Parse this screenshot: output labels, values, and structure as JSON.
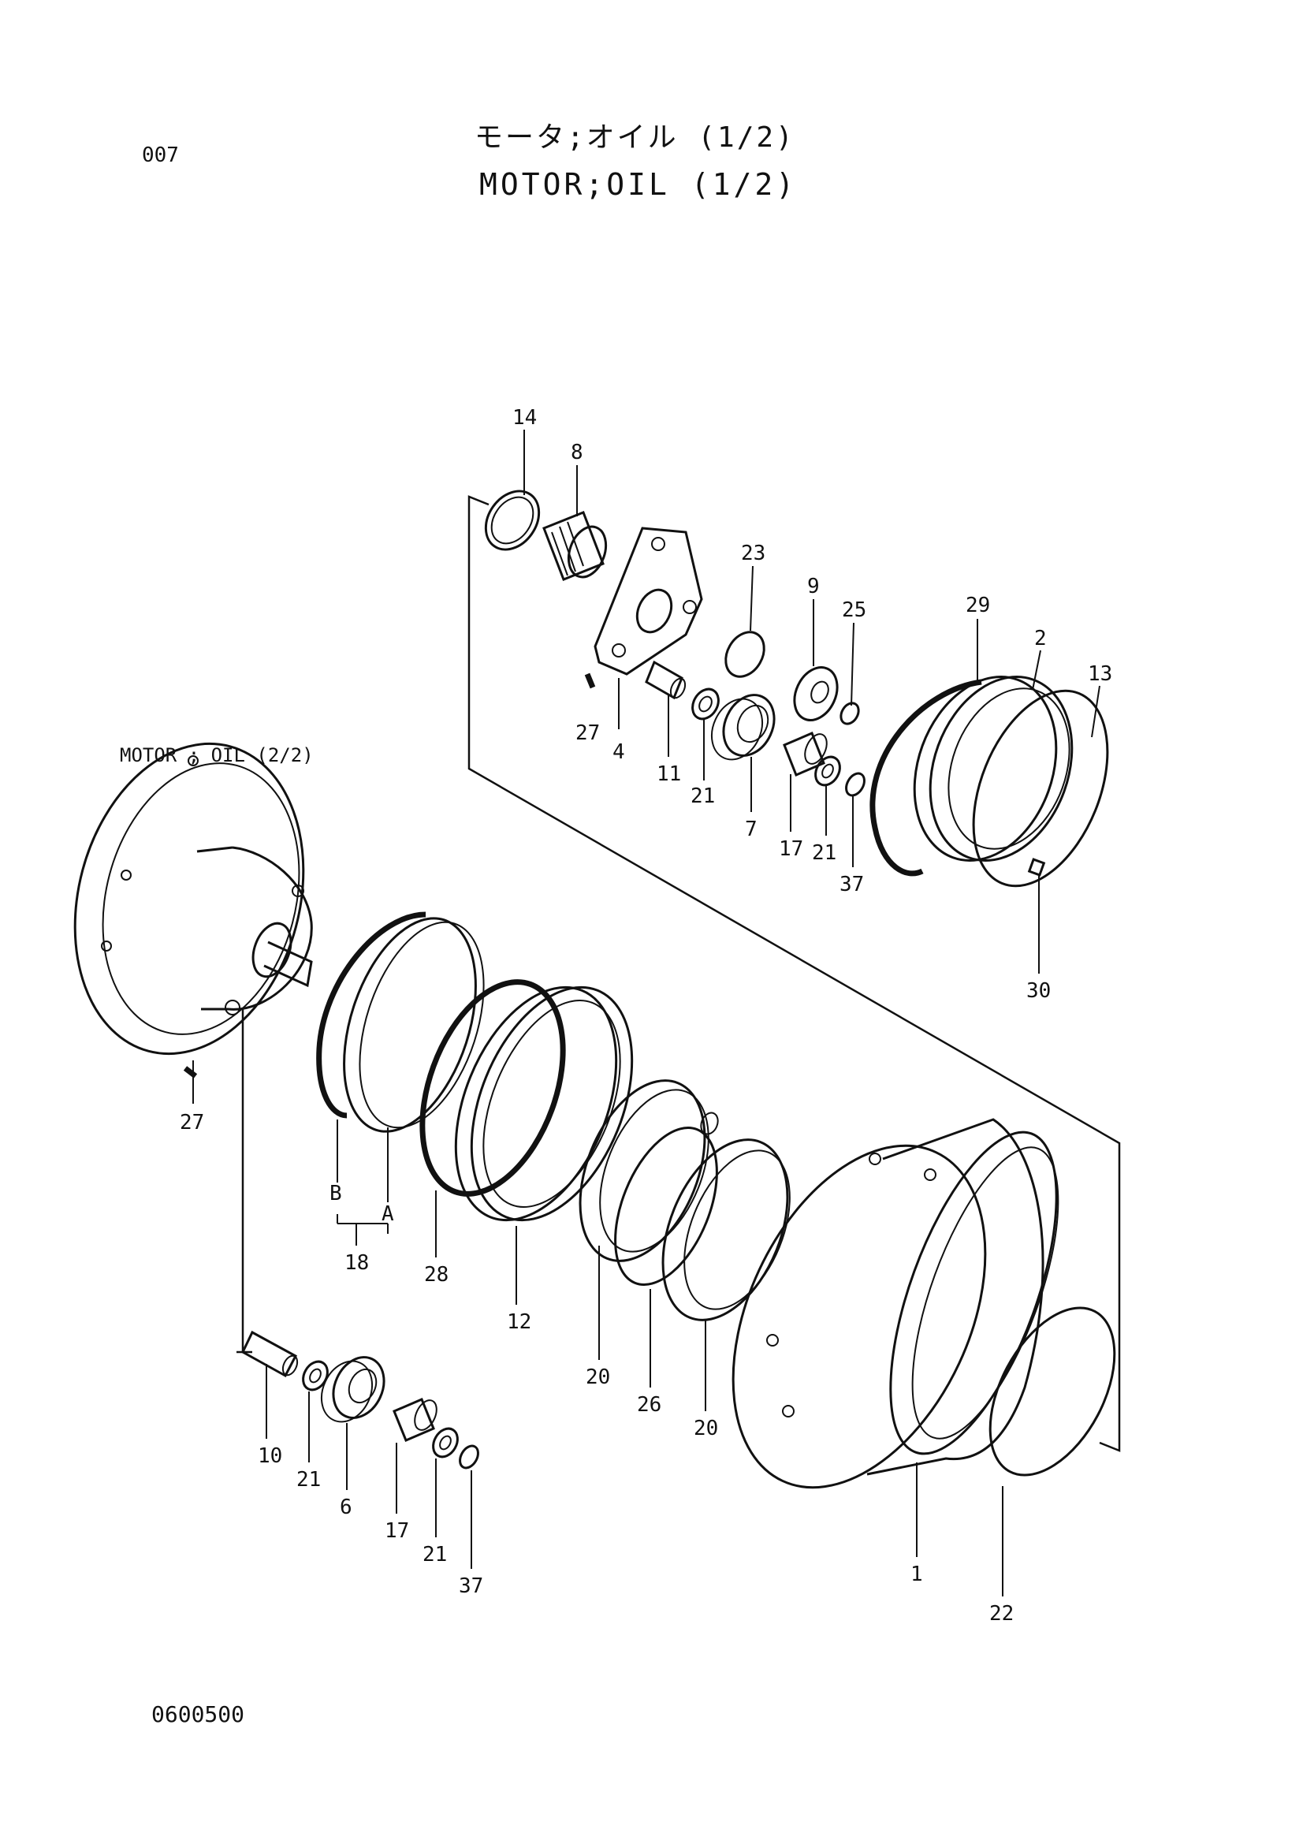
{
  "header": {
    "page_number": "007",
    "title_jp": "モータ;オイル (1/2)",
    "title_en": "MOTOR;OIL (1/2)"
  },
  "footer": {
    "doc_code": "0600500"
  },
  "diagram": {
    "reference_label": "MOTOR ; OIL (2/2)",
    "callouts": [
      "14",
      "8",
      "23",
      "9",
      "25",
      "29",
      "2",
      "13",
      "27",
      "4",
      "11",
      "21",
      "7",
      "17",
      "21",
      "37",
      "30",
      "27",
      "B",
      "A",
      "18",
      "28",
      "12",
      "20",
      "26",
      "20",
      "10",
      "21",
      "6",
      "17",
      "21",
      "37",
      "1",
      "22"
    ]
  }
}
